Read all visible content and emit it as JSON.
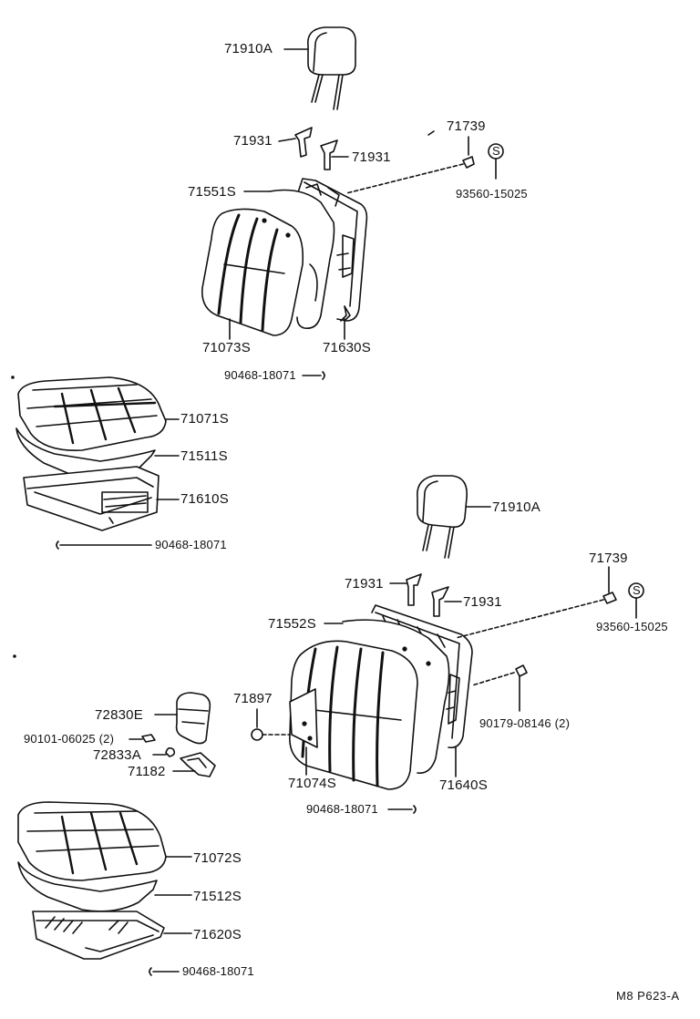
{
  "labels": {
    "upper": {
      "headrest": "71910A",
      "guide_left": "71931",
      "guide_right": "71931",
      "pin": "71739",
      "s_mark": "S",
      "spring_nut": "93560-15025",
      "back_frame": "71551S",
      "back_cover": "71073S",
      "back_board": "71630S",
      "hog_ring_back": "90468-18071",
      "cushion_cover": "71071S",
      "cushion_pad": "71511S",
      "cushion_frame": "71610S",
      "hog_ring_cushion": "90468-18071"
    },
    "lower": {
      "headrest": "71910A",
      "guide_left": "71931",
      "guide_right": "71931",
      "pin": "71739",
      "s_mark": "S",
      "spring_nut": "93560-15025",
      "back_frame": "71552S",
      "clip": "71897",
      "clip_screw": "90179-08146 (2)",
      "back_cover": "71074S",
      "back_board": "71640S",
      "hog_ring_back": "90468-18071",
      "lever_knob": "72830E",
      "lever_screw": "90101-06025 (2)",
      "lever_bush": "72833A",
      "lever_plate": "71182",
      "cushion_cover": "71072S",
      "cushion_pad": "71512S",
      "cushion_frame": "71620S",
      "hog_ring_cushion": "90468-18071"
    }
  },
  "page_code": "M8  P623-A"
}
